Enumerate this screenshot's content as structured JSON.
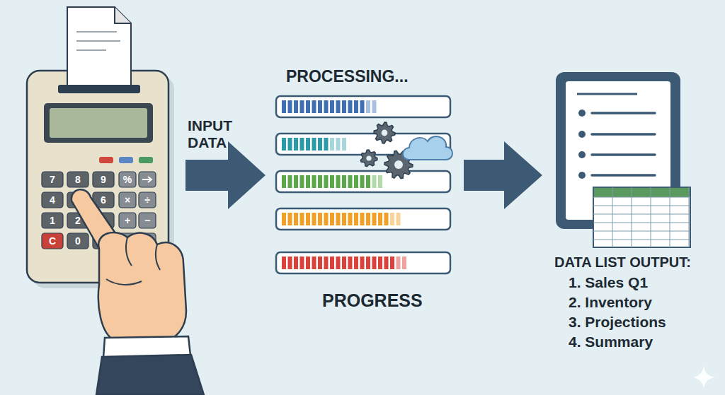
{
  "diagram": {
    "labels": [
      "INPUT DATA",
      "PROCESSING...",
      "PROGRESS",
      "DATA LIST OUTPUT:",
      "1. Sales Q1",
      "2. Inventory",
      "3. Projections",
      "4. Summary",
      "7",
      "8",
      "9",
      "%",
      "4",
      "6",
      "×",
      "÷",
      "1",
      "2",
      "+",
      "−",
      "C",
      "0"
    ]
  }
}
